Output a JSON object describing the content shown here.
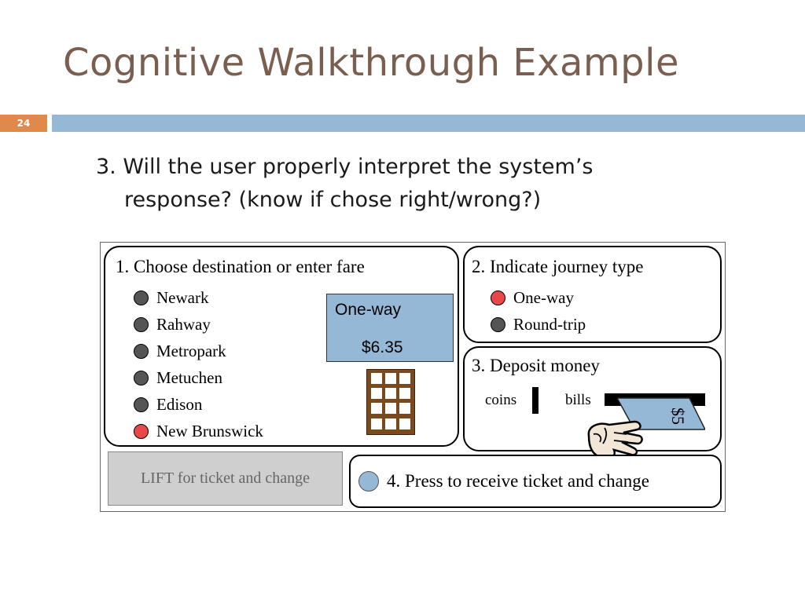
{
  "slide": {
    "title": "Cognitive Walkthrough Example",
    "number": "24",
    "bullet_line1": "3. Will the user properly interpret the system’s",
    "bullet_line2": "response? (know if chose right/wrong?)"
  },
  "machine": {
    "destination": {
      "title": "1. Choose destination or enter fare",
      "options": [
        {
          "label": "Newark",
          "state": "unselected"
        },
        {
          "label": "Rahway",
          "state": "unselected"
        },
        {
          "label": "Metropark",
          "state": "unselected"
        },
        {
          "label": "Metuchen",
          "state": "unselected"
        },
        {
          "label": "Edison",
          "state": "unselected"
        },
        {
          "label": "New Brunswick",
          "state": "selected"
        }
      ],
      "fare_display": {
        "journey": "One-way",
        "amount": "$6.35"
      }
    },
    "journey": {
      "title": "2. Indicate journey type",
      "options": [
        {
          "label": "One-way",
          "state": "selected"
        },
        {
          "label": "Round-trip",
          "state": "unselected"
        }
      ]
    },
    "deposit": {
      "title": "3. Deposit money",
      "coins_label": "coins",
      "bills_label": "bills",
      "bill_value": "$5"
    },
    "lift_label": "LIFT for ticket and change",
    "press_label": "4. Press to receive ticket and change"
  },
  "colors": {
    "title": "#7a5f50",
    "accent_orange": "#df8a4a",
    "accent_blue": "#95b8d6",
    "selected": "#e84848",
    "unselected": "#555555"
  }
}
